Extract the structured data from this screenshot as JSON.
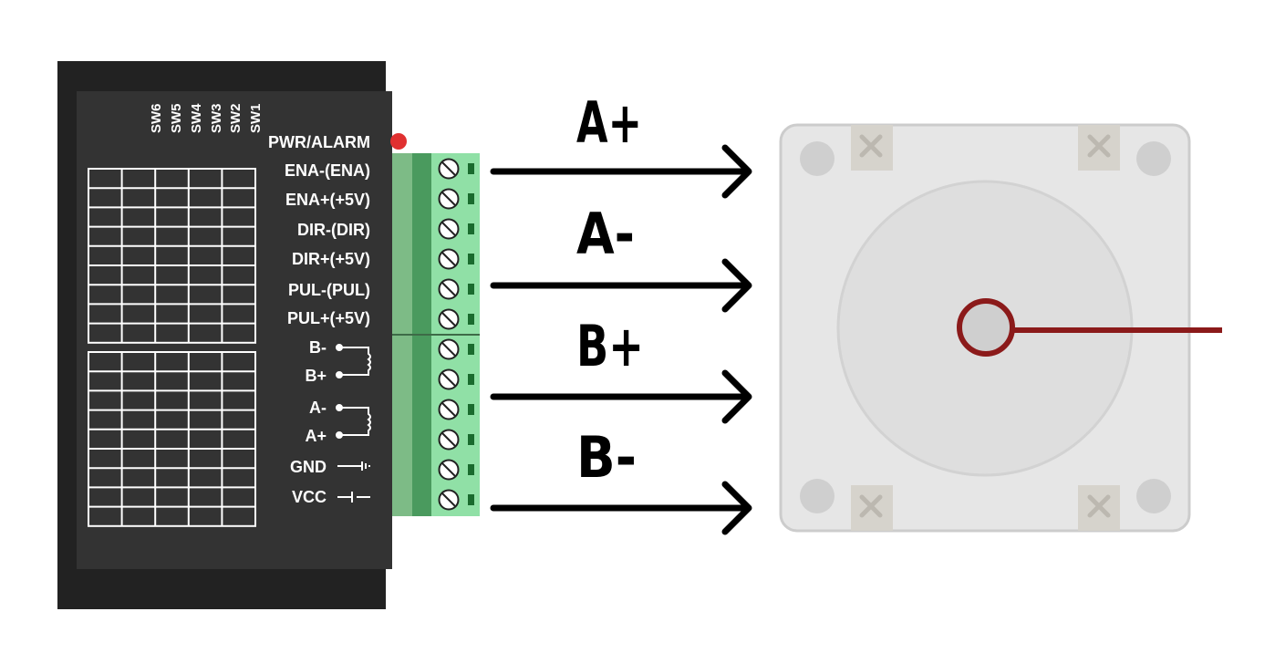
{
  "switch_labels": [
    "SW6",
    "SW5",
    "SW4",
    "SW3",
    "SW2",
    "SW1"
  ],
  "pwr_alarm": "PWR/ALARM",
  "signal_labels": [
    "ENA-(ENA)",
    "ENA+(+5V)",
    "DIR-(DIR)",
    "DIR+(+5V)",
    "PUL-(PUL)",
    "PUL+(+5V)"
  ],
  "motor_pin_labels": [
    "B-",
    "B+",
    "A-",
    "A+"
  ],
  "power_labels": [
    "GND",
    "VCC"
  ],
  "wire_labels": [
    "A+",
    "A-",
    "B+",
    "B-"
  ],
  "colors": {
    "driver_body": "#222222",
    "driver_panel": "#333333",
    "terminal_dark": "#4a9a5e",
    "terminal_mid": "#7dbb86",
    "terminal_light": "#90e0a6",
    "motor_face": "#e6e6e6",
    "motor_round": "#dedede",
    "shaft": "#8b1a1a",
    "led": "#e03030"
  }
}
